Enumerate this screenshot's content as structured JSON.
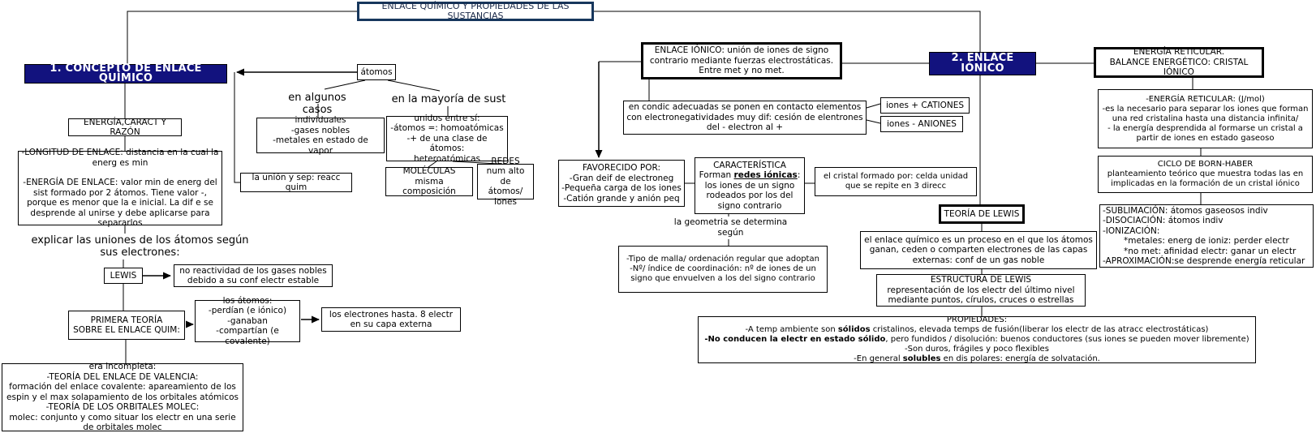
{
  "title": "ENLACE QUÍMICO Y PROPIEDADES DE LAS SUSTANCIAS",
  "colors": {
    "navy_header": "#12127e",
    "title_border": "#17375d",
    "line": "#000000"
  },
  "left": {
    "header": "1. CONCEPTO DE ENLACE QUÍMICO",
    "energia_caract": "ENERGÍA,CARACT Y RAZÓN",
    "longitud_p1": "-LONGITUD DE ENLACE: distancia en la cual la energ es min",
    "longitud_p2": "-ENERGÍA DE ENLACE: valor min de energ del sist formado por 2 átomos. Tiene valor -, porque es menor que la e inicial. La dif e se desprende al unirse y debe aplicarse para separarlos",
    "explicar": "explicar las uniones de los átomos según sus electrones:",
    "lewis": "LEWIS",
    "no_reactividad": "no reactividad de los gases nobles debido a su conf electr estable",
    "primera_teoria_l1": "PRIMERA TEORÍA",
    "primera_teoria_l2": "SOBRE EL ENLACE QUIM:",
    "los_atomos": [
      "los átomos:",
      "-perdían (e iónico)",
      "-ganaban",
      "-compartían (e covalente)"
    ],
    "los_electrones": "los electrones hasta. 8 electr en su capa externa",
    "era_incompleta": [
      "era incompleta:",
      "-TEORÍA DEL ENLACE DE VALENCIA:",
      "formación del enlace covalente: apareamiento de los espin y el max solapamiento de los orbitales atómicos",
      "-TEORÍA DE LOS ORBITALES MOLEC:",
      "molec: conjunto y como situar los electr en una serie de orbitales molec"
    ]
  },
  "atomos": {
    "label": "átomos",
    "en_algunos": "en algunos casos",
    "en_mayoria": "en la mayoría de sust",
    "individuales": [
      "individuales",
      "-gases nobles",
      "-metales en estado de vapor"
    ],
    "unidos": [
      "unidos entre sí:",
      "-átomos =: homoatómicas",
      "-+ de una clase de átomos:",
      "heteroatómicas"
    ],
    "la_union": "la unión y sep: reacc quim",
    "moleculas": [
      "MOLÉCULAS",
      "misma composición"
    ],
    "redes": [
      "REDES",
      "num alto de",
      "átomos/ iones"
    ]
  },
  "ionico": {
    "definicion": "ENLACE IÓNICO: unión de iones de signo contrario mediante fuerzas electrostáticas. Entre met y no met.",
    "header": "2. ENLACE IÓNICO",
    "en_condic": "en condic adecuadas se ponen en contacto elementos con electronegatividades muy dif: cesión de elentrones del - electron al +",
    "cationes": "iones + CATIONES",
    "aniones": "iones - ANIONES",
    "favorecido": [
      "FAVORECIDO POR:",
      "-Gran deif de electroneg",
      "-Pequeña carga de los iones",
      "-Catión grande y anión peq"
    ],
    "caracteristica": {
      "t1": "CARACTERÍSTICA",
      "t2a": "Forman ",
      "t2b": "redes iónicas",
      "t2c": ":",
      "t3": "los iones de un signo rodeados por los del signo contrario"
    },
    "cristal": "el cristal formado por: celda unidad que se repite en 3 direcc",
    "geometria": "la geometria se determina según",
    "tipo_malla": [
      "-Tipo de malla/ ordenación regular que adoptan",
      "-Nº/ índice de coordinación: nº de iones de un signo que envuelven a los del signo contrario"
    ],
    "teoria_lewis": "TEORÍA DE LEWIS",
    "proceso": "el enlace químico es un proceso en el que los átomos ganan, ceden o comparten electrones de las capas externas: conf de un gas noble",
    "estructura_t": "ESTRUCTURA DE LEWIS",
    "estructura_d": "representación de los electr del último nivel mediante puntos, círulos, cruces o estrellas"
  },
  "reticular": {
    "titulo_l1": "ENERGÍA RETICULAR.",
    "titulo_l2": "BALANCE ENERGÉTICO: CRISTAL IÓNICO",
    "definicion": [
      "-ENERGÍA RETICULAR: (J/mol)",
      "-es la necesario para separar los iones que forman una red cristalina hasta una distancia infinita/",
      "- la energía desprendida al formarse un cristal a partir de iones en estado gaseoso"
    ],
    "ciclo_t": "CICLO DE BORN-HABER",
    "ciclo_d": "planteamiento teórico que muestra todas las en implicadas en la formación de un cristal iónico",
    "etapas": [
      "-SUBLIMACIÓN: átomos gaseosos indiv",
      "-DISOCIACIÓN: átomos indiv",
      "-IONIZACIÓN:",
      "*metales: energ de ioniz: perder electr",
      "*no met: afinidad electr: ganar un electr",
      "-APROXIMACIÓN:se desprende energía reticular"
    ]
  },
  "propiedades": {
    "t": "PROPIEDADES:",
    "p2a": "-A temp ambiente son ",
    "p2b": "sólidos",
    "p2c": " cristalinos, elevada temps de fusión(liberar los electr de las atracc electrostáticas)",
    "p3a": "-No conducen la electr en estado sólido",
    "p3b": ", pero fundidos / disolución: buenos conductores (sus iones se pueden mover libremente)",
    "p4": "-Son duros, frágiles y poco flexibles",
    "p5a": "-En general ",
    "p5b": "solubles",
    "p5c": " en dis polares: energía de solvatación."
  }
}
